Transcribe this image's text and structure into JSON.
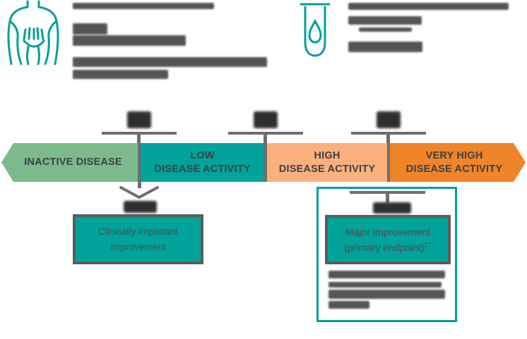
{
  "colors": {
    "inactive_green": "#7CBA8C",
    "low_teal": "#01A39A",
    "high_peach": "#FBB07E",
    "very_high_orange": "#F08428",
    "accent_teal": "#00A09A",
    "connector_gray": "#6D6E70",
    "box_border_gray": "#5B5C5E"
  },
  "icons": {
    "left": "body-joints-icon",
    "right": "blood-test-tube-icon"
  },
  "scale_bar": {
    "segments": [
      {
        "id": "inactive-disease",
        "lines": [
          "INACTIVE DISEASE",
          ""
        ],
        "color": "#7CBA8C"
      },
      {
        "id": "low-disease-activity",
        "lines": [
          "LOW",
          "DISEASE ACTIVITY"
        ],
        "color": "#01A39A"
      },
      {
        "id": "high-disease-activity",
        "lines": [
          "HIGH",
          "DISEASE ACTIVITY"
        ],
        "color": "#FBB07E"
      },
      {
        "id": "very-high-disease-activity",
        "lines": [
          "VERY HIGH",
          "DISEASE ACTIVITY"
        ],
        "color": "#F08428"
      }
    ]
  },
  "callouts": {
    "clinically_important": {
      "line1": "Clinically important",
      "line2": "improvement"
    },
    "major_improvement": {
      "line1": "Major improvement",
      "line2": "(primary endpoint)",
      "superscript": "2*"
    }
  }
}
